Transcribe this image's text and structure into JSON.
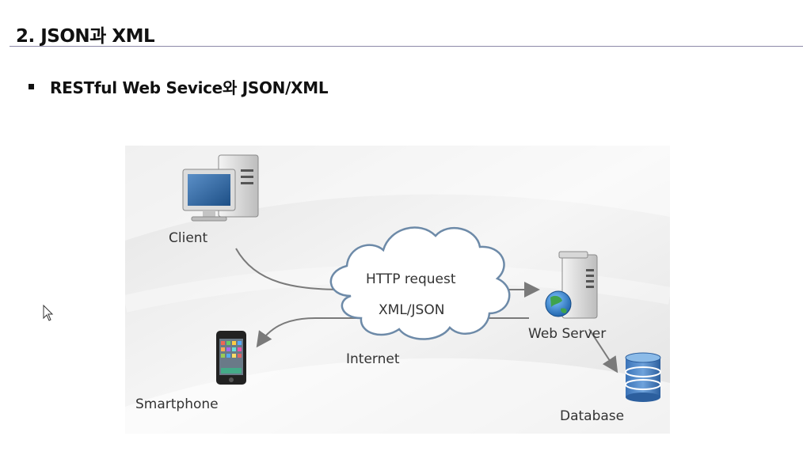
{
  "slide": {
    "title": "2. JSON과 XML",
    "bullet": "RESTful Web Sevice와 JSON/XML"
  },
  "diagram": {
    "client_label": "Client",
    "smartphone_label": "Smartphone",
    "internet_label": "Internet",
    "request_label": "HTTP request",
    "response_label": "XML/JSON",
    "server_label": "Web Server",
    "database_label": "Database"
  },
  "icons": [
    "desktop-computer-icon",
    "smartphone-icon",
    "cloud-icon",
    "web-server-icon",
    "globe-icon",
    "database-icon",
    "mouse-cursor-icon"
  ]
}
